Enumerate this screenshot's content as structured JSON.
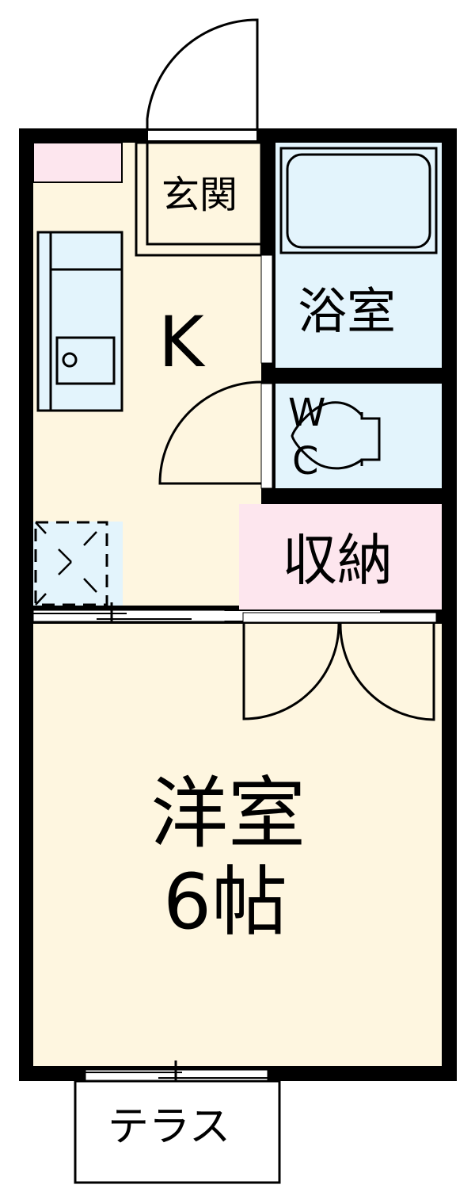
{
  "floorplan": {
    "colors": {
      "wall": "#000000",
      "living": "#fef6e0",
      "wet": "#e3f4fc",
      "storage": "#fde6ee",
      "exterior": "#ffffff"
    },
    "rooms": {
      "entrance": {
        "label": "玄関"
      },
      "kitchen": {
        "label": "K"
      },
      "bath": {
        "label": "浴室"
      },
      "wc": {
        "label_line1": "W",
        "label_line2": "C"
      },
      "storage": {
        "label": "収納"
      },
      "western_room": {
        "label": "洋室",
        "size": "6帖"
      },
      "terrace": {
        "label": "テラス"
      }
    }
  }
}
